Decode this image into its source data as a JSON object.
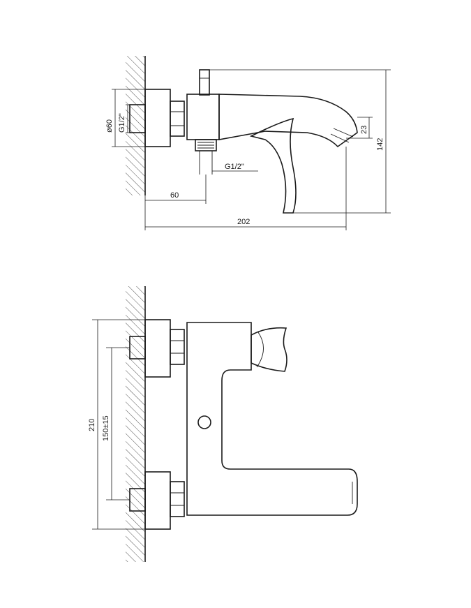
{
  "top_view": {
    "dim_diameter": "ø60",
    "dim_inlet_thread": "G1/2\"",
    "dim_outlet_thread": "G1/2\"",
    "dim_wall_offset": "60",
    "dim_total_length": "202",
    "dim_total_height": "142",
    "dim_spout_height": "23"
  },
  "side_view": {
    "dim_total_height": "210",
    "dim_center_distance": "150±15"
  }
}
